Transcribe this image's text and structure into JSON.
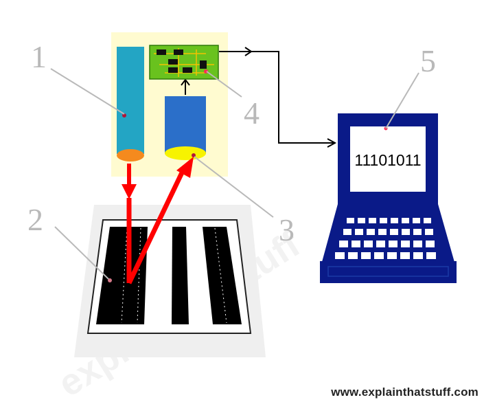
{
  "labels": {
    "one": "1",
    "two": "2",
    "three": "3",
    "four": "4",
    "five": "5"
  },
  "screen_text": "11101011",
  "footer": "www.explainthatstuff.com",
  "watermark": "explainthatstuff",
  "colors": {
    "scanner_panel": "#fffbd0",
    "led_tube": "#23a5c4",
    "led_tip": "#f58a1e",
    "sensor_tube": "#2b6fc9",
    "sensor_tip": "#f7f300",
    "circuit_board": "#69c21e",
    "beam": "#ff0000",
    "laptop": "#0a1a88",
    "callout": "#b9b9b9"
  },
  "icons": [
    "barcode-icon",
    "laptop-icon",
    "circuit-board-icon",
    "led-icon",
    "photocell-icon"
  ]
}
